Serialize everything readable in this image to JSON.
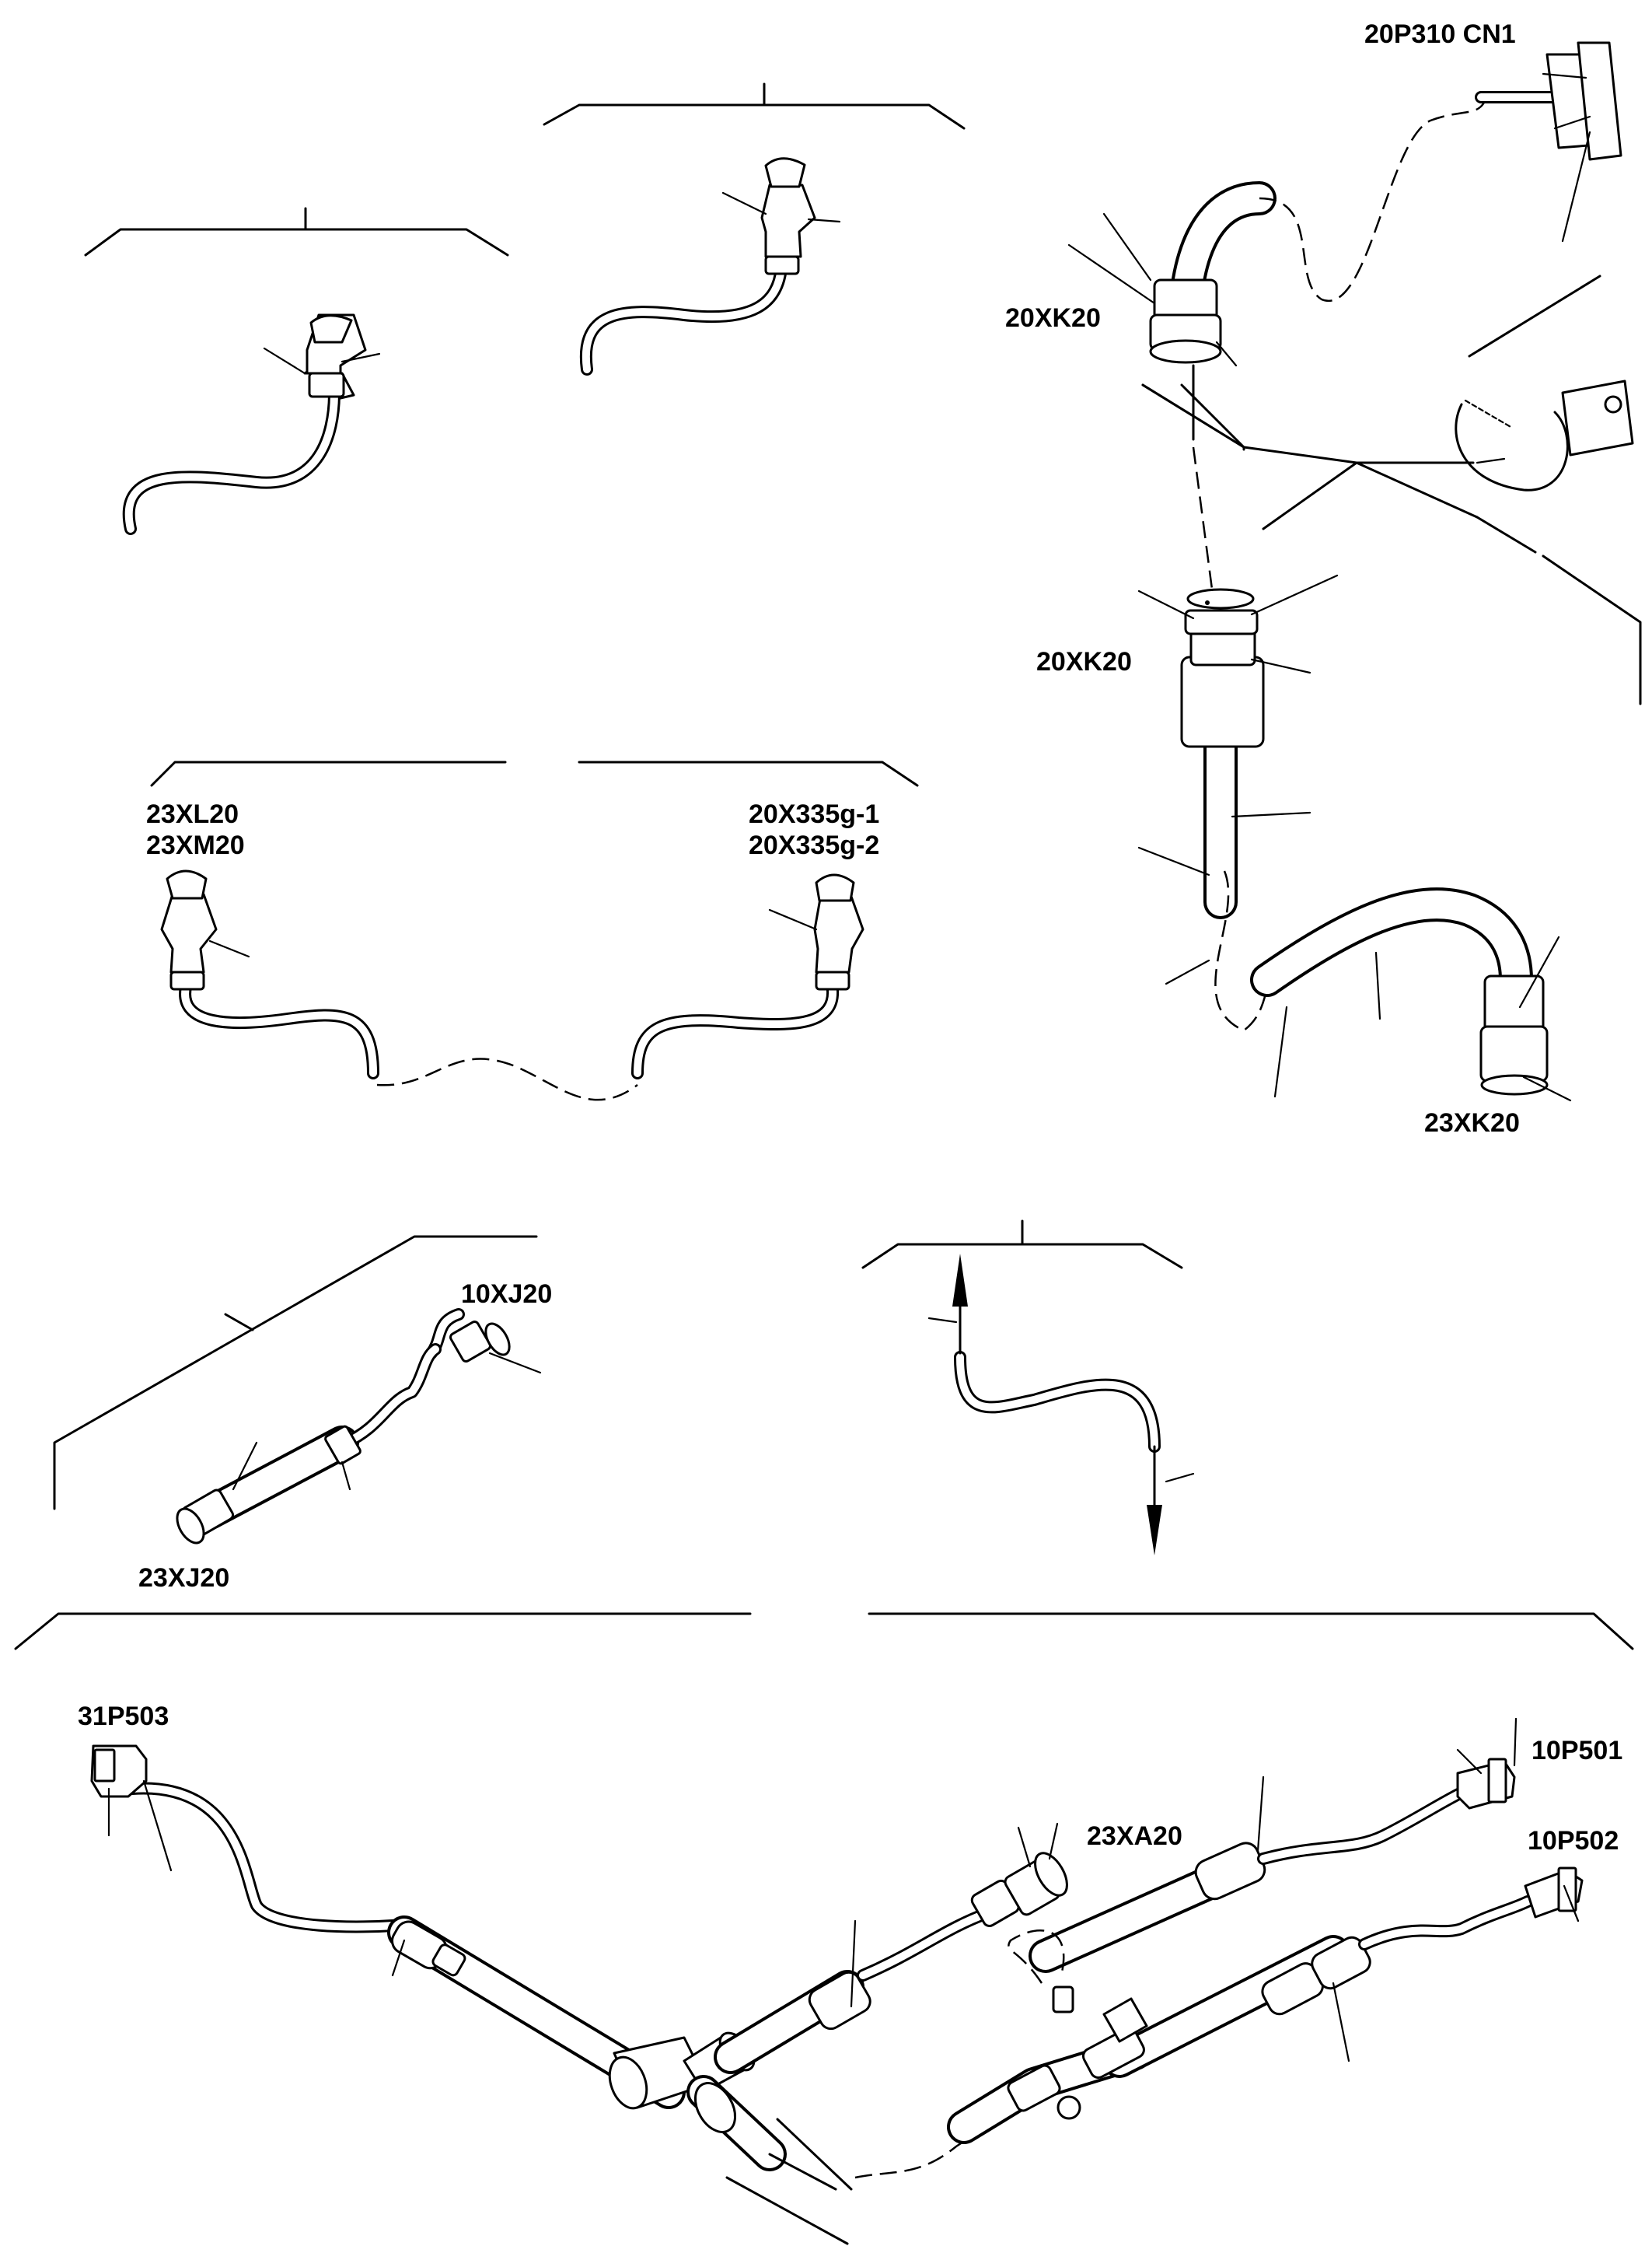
{
  "labels": {
    "c_20p310": "20P310 CN1",
    "c_20xk20_top": "20XK20",
    "c_20xk20_mid": "20XK20",
    "c_23xk20": "23XK20",
    "c_23xl20": "23XL20",
    "c_23xm20": "23XM20",
    "c_20x335g1": "20X335g-1",
    "c_20x335g2": "20X335g-2",
    "c_10xj20": "10XJ20",
    "c_23xj20": "23XJ20",
    "c_31p503": "31P503",
    "c_23xa20": "23XA20",
    "c_10p501": "10P501",
    "c_10p502": "10P502"
  }
}
